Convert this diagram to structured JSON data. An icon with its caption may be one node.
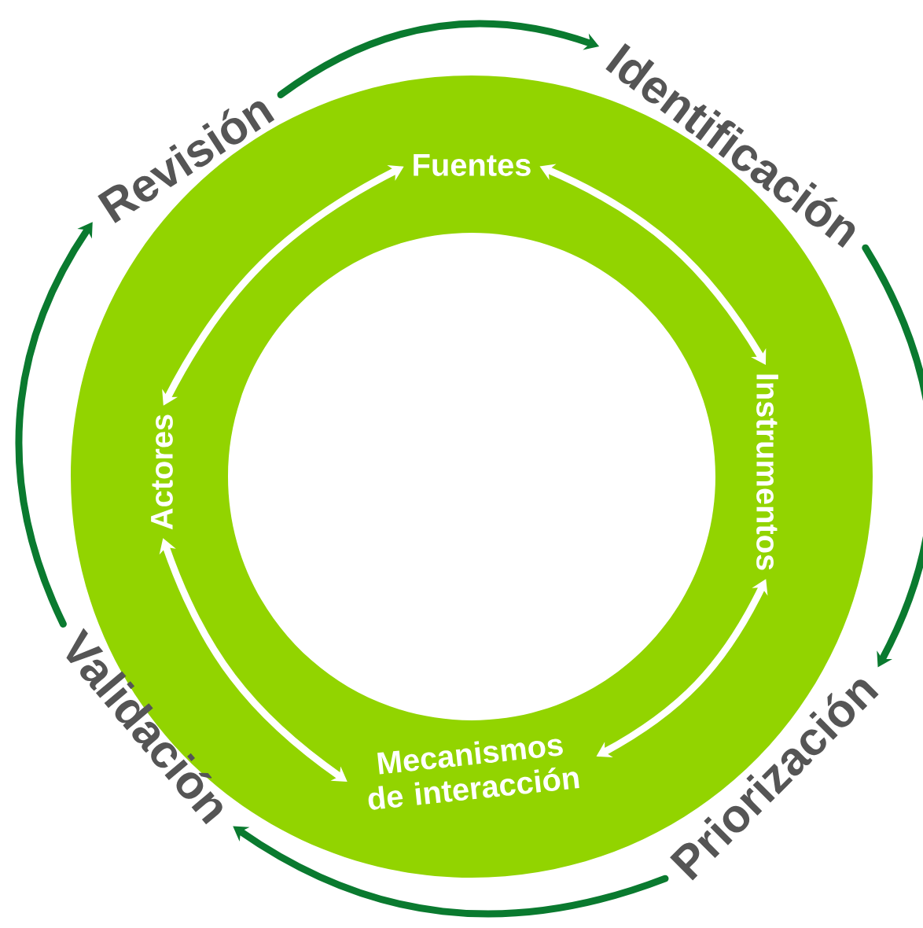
{
  "diagram": {
    "nodes": [
      {
        "text": [
          "Revisión"
        ]
      },
      {
        "text": [
          "Identificación"
        ]
      },
      {
        "text": [
          "Priorización"
        ]
      },
      {
        "text": [
          "Validación"
        ]
      },
      {
        "text": [
          "Fuentes"
        ]
      },
      {
        "text": [
          "Instrumentos"
        ]
      },
      {
        "text": [
          "Mecanismos de interacción"
        ]
      },
      {
        "text": [
          "Actores"
        ]
      }
    ],
    "edges": [
      {
        "from": 0,
        "to": 1,
        "arrow": "to",
        "color": "#0a7a2f"
      },
      {
        "from": 1,
        "to": 2,
        "arrow": "to",
        "color": "#0a7a2f"
      },
      {
        "from": 2,
        "to": 3,
        "arrow": "to",
        "color": "#0a7a2f"
      },
      {
        "from": 3,
        "to": 0,
        "arrow": "to",
        "color": "#0a7a2f"
      },
      {
        "from": 4,
        "to": 5,
        "arrow": "both",
        "color": "#ffffff"
      },
      {
        "from": 5,
        "to": 6,
        "arrow": "both",
        "color": "#ffffff"
      },
      {
        "from": 6,
        "to": 7,
        "arrow": "both",
        "color": "#ffffff"
      },
      {
        "from": 7,
        "to": 4,
        "arrow": "both",
        "color": "#ffffff"
      }
    ]
  }
}
